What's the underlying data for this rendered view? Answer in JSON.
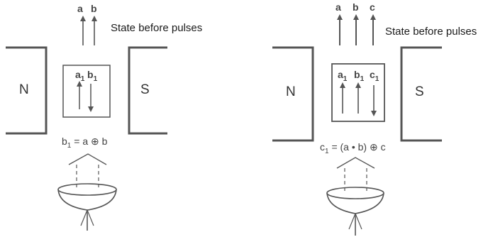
{
  "colors": {
    "ink": "#555555",
    "text": "#3a3a3a"
  },
  "left": {
    "state_label": "State before pulses",
    "top_a": "a",
    "top_b": "b",
    "pole_n": "N",
    "pole_s": "S",
    "spin_a": "a",
    "spin_a_sub": "1",
    "spin_b": "b",
    "spin_b_sub": "1",
    "eq_lhs": "b",
    "eq_lhs_sub": "1",
    "eq_rhs": "= a ⊕ b"
  },
  "right": {
    "state_label": "State before pulses",
    "top_a": "a",
    "top_b": "b",
    "top_c": "c",
    "pole_n": "N",
    "pole_s": "S",
    "spin_a": "a",
    "spin_a_sub": "1",
    "spin_b": "b",
    "spin_b_sub": "1",
    "spin_c": "c",
    "spin_c_sub": "1",
    "eq_lhs": "c",
    "eq_lhs_sub": "1",
    "eq_rhs": "= (a • b) ⊕ c"
  }
}
